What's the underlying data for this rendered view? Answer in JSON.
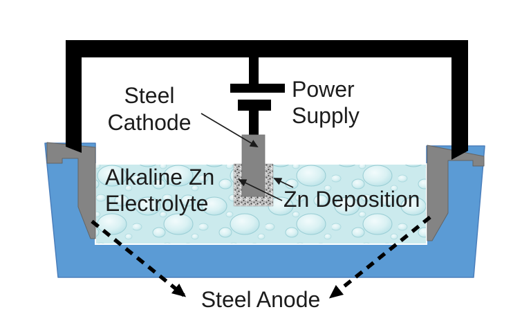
{
  "figure": {
    "title": "Zinc electrodeposition cell schematic",
    "labels": {
      "steel_cathode_line1": "Steel",
      "steel_cathode_line2": "Cathode",
      "power_supply_line1": "Power",
      "power_supply_line2": "Supply",
      "electrolyte_line1": "Alkaline Zn",
      "electrolyte_line2": "Electrolyte",
      "zn_deposition": "Zn Deposition",
      "steel_anode": "Steel Anode"
    },
    "colors": {
      "tank_blue": "#5b9bd5",
      "tank_border": "#4a7ebb",
      "electrolyte_base": "#cbeaed",
      "metal_gray": "#848484",
      "metal_gray_edge": "#636363",
      "wire_black": "#000000",
      "text": "#1c1c1c"
    }
  }
}
